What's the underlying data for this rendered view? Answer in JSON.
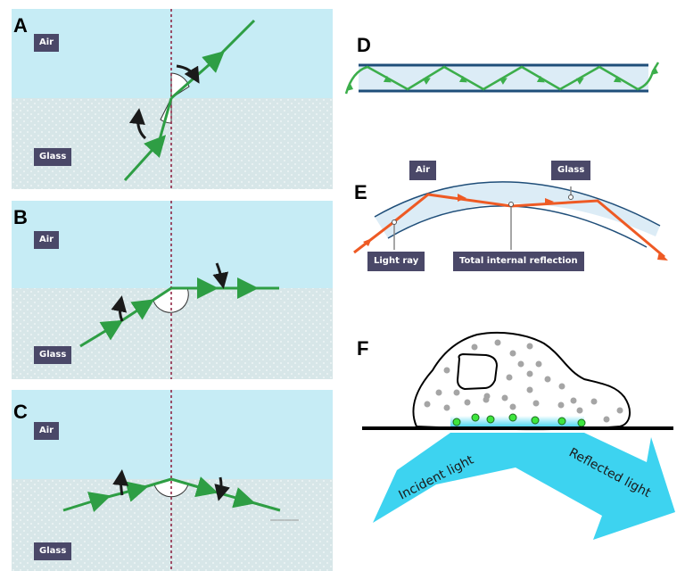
{
  "figure": {
    "panels": [
      {
        "id": "A",
        "label": "A",
        "medium_top": "Air",
        "medium_bottom": "Glass",
        "description": "Refraction: ray passes from glass to air and bends away from the normal"
      },
      {
        "id": "B",
        "label": "B",
        "medium_top": "Air",
        "medium_bottom": "Glass",
        "description": "Critical angle: refracted ray travels along the boundary"
      },
      {
        "id": "C",
        "label": "C",
        "medium_top": "Air",
        "medium_bottom": "Glass",
        "description": "Total internal reflection: ray reflected back into glass"
      },
      {
        "id": "D",
        "label": "D",
        "description": "Light zig-zagging along an optical fibre by total internal reflection"
      },
      {
        "id": "E",
        "label": "E",
        "tags": {
          "air": "Air",
          "glass": "Glass",
          "light_ray": "Light ray",
          "tir": "Total internal reflection"
        }
      },
      {
        "id": "F",
        "label": "F",
        "arrows": {
          "incident": "Incident light",
          "reflected": "Reflected light"
        }
      }
    ],
    "colors": {
      "air": "#c6ecf5",
      "glass": "#d7e6e8",
      "ray_green": "#2e9e44",
      "ray_orange": "#ee5a24",
      "normal": "#8b1a3a",
      "tag_bg": "#4a4868",
      "fibre_edge": "#1f4e79",
      "fibre_fill": "#dcecf6",
      "tir_arrow": "#3dd3f0",
      "particle_green": "#3ee63e"
    }
  }
}
